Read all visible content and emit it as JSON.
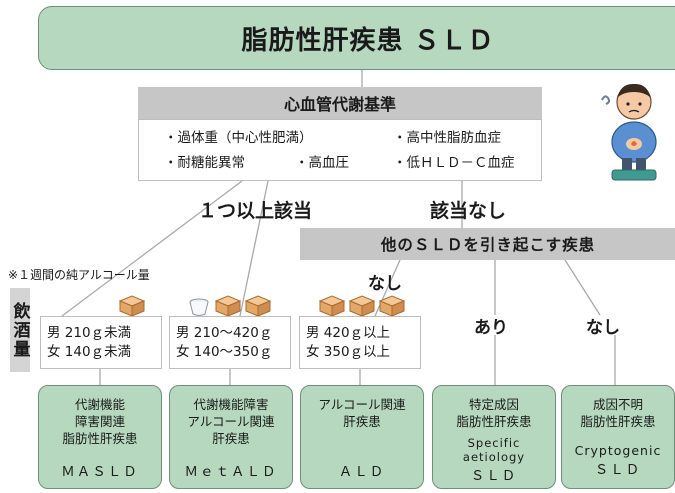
{
  "title": "脂肪性肝疾患 ＳＬＤ",
  "criteria": {
    "heading": "心血管代謝基準",
    "items": [
      "・過体重（中心性肥満）",
      "・高中性脂肪血症",
      "・耐糖能異常",
      "・高血圧",
      "・低ＨＬＤ－Ｃ血症"
    ]
  },
  "branches": {
    "yes": "１つ以上該当",
    "no": "該当なし"
  },
  "other_cause": {
    "heading": "他のＳＬＤを引き起こす疾患",
    "none_left": "なし",
    "present": "あり",
    "none_right": "なし"
  },
  "alcohol": {
    "note": "※１週間の純アルコール量",
    "side_label": "飲酒量",
    "boxes": [
      {
        "male": "男 210ｇ未満",
        "female": "女 140ｇ未満"
      },
      {
        "male": "男 210～420ｇ",
        "female": "女 140～350ｇ"
      },
      {
        "male": "男 420ｇ以上",
        "female": "女 350ｇ以上"
      }
    ]
  },
  "categories": [
    {
      "line1": "代謝機能",
      "line2": "障害関連",
      "line3": "脂肪性肝疾患",
      "abbr": "ＭＡＳＬＤ"
    },
    {
      "line1": "代謝機能障害",
      "line2": "アルコール関連",
      "line3": "肝疾患",
      "abbr": "ＭｅｔＡＬＤ"
    },
    {
      "line1": "アルコール関連",
      "line2": "肝疾患",
      "abbr": "ＡＬＤ"
    },
    {
      "line1": "特定成因",
      "line2": "脂肪性肝疾患",
      "abbr1": "Specific",
      "abbr2": "aetiology",
      "abbr3": "ＳＬＤ"
    },
    {
      "line1": "成因不明",
      "line2": "脂肪性肝疾患",
      "abbr1": "Cryptogenic",
      "abbr2": "ＳＬＤ"
    }
  ],
  "colors": {
    "category_fill": "#b5d8be",
    "category_border": "#6f8f78",
    "header_gray": "#c6c6c6",
    "line_gray": "#a9a9a9",
    "masu_wood": "#e3a867"
  },
  "icons": [
    "sake-masu-icon",
    "sake-cup-icon",
    "worried-man-on-scale-icon"
  ]
}
